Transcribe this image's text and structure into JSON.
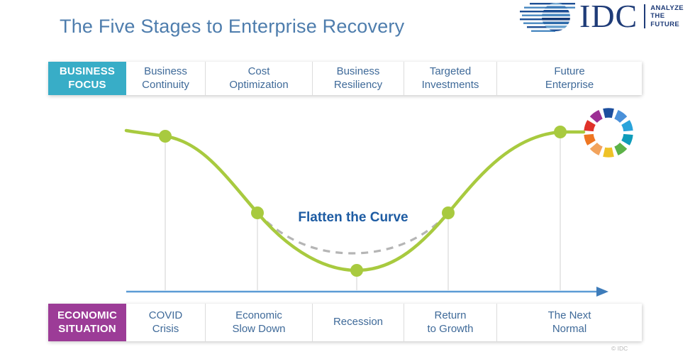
{
  "slide": {
    "title": "The Five Stages to Enterprise Recovery",
    "copyright": "© IDC"
  },
  "logo": {
    "brand": "IDC",
    "tagline_line1": "ANALYZE",
    "tagline_line2": "THE",
    "tagline_line3": "FUTURE"
  },
  "business_focus": {
    "badge_line1": "BUSINESS",
    "badge_line2": "FOCUS",
    "badge_color": "#38adc7",
    "items": [
      [
        "Business",
        "Continuity"
      ],
      [
        "Cost",
        "Optimization"
      ],
      [
        "Business",
        "Resiliency"
      ],
      [
        "Targeted",
        "Investments"
      ],
      [
        "Future",
        "Enterprise"
      ]
    ]
  },
  "economic_situation": {
    "badge_line1": "ECONOMIC",
    "badge_line2": "SITUATION",
    "badge_color": "#9c3c97",
    "items": [
      [
        "COVID",
        "Crisis"
      ],
      [
        "Economic",
        "Slow Down"
      ],
      [
        "Recession"
      ],
      [
        "Return",
        "to Growth"
      ],
      [
        "The Next",
        "Normal"
      ]
    ]
  },
  "curve": {
    "flatten_label": "Flatten the Curve",
    "color": "#a8ca3f",
    "dashed_color": "#b5b5b5",
    "axis_color": "#5b9bd5",
    "dot_color": "#a8ca3f"
  },
  "ring": {
    "colors": [
      "#1d4f9e",
      "#4a90d9",
      "#29a3db",
      "#0e9cba",
      "#5cb247",
      "#eec227",
      "#f2a35c",
      "#ee7622",
      "#e0322a",
      "#9c2f94"
    ]
  }
}
